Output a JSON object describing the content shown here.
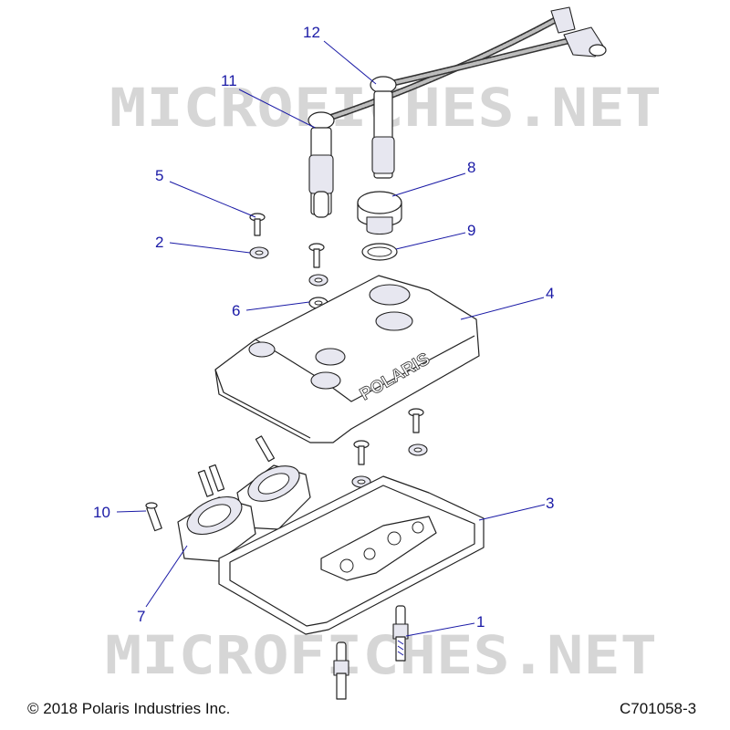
{
  "watermark": {
    "text": "MICROFICHES.NET",
    "color": "#d6d6d6"
  },
  "callouts": [
    "12",
    "11",
    "8",
    "5",
    "9",
    "2",
    "4",
    "6",
    "3",
    "10",
    "7",
    "1"
  ],
  "footer": {
    "copyright": "© 2018 Polaris Industries Inc.",
    "code": "C701058-3"
  },
  "colors": {
    "callout": "#1a1aa6",
    "line": "#222222",
    "shade": "#e7e7f0"
  },
  "cover_logo": "POLARIS"
}
